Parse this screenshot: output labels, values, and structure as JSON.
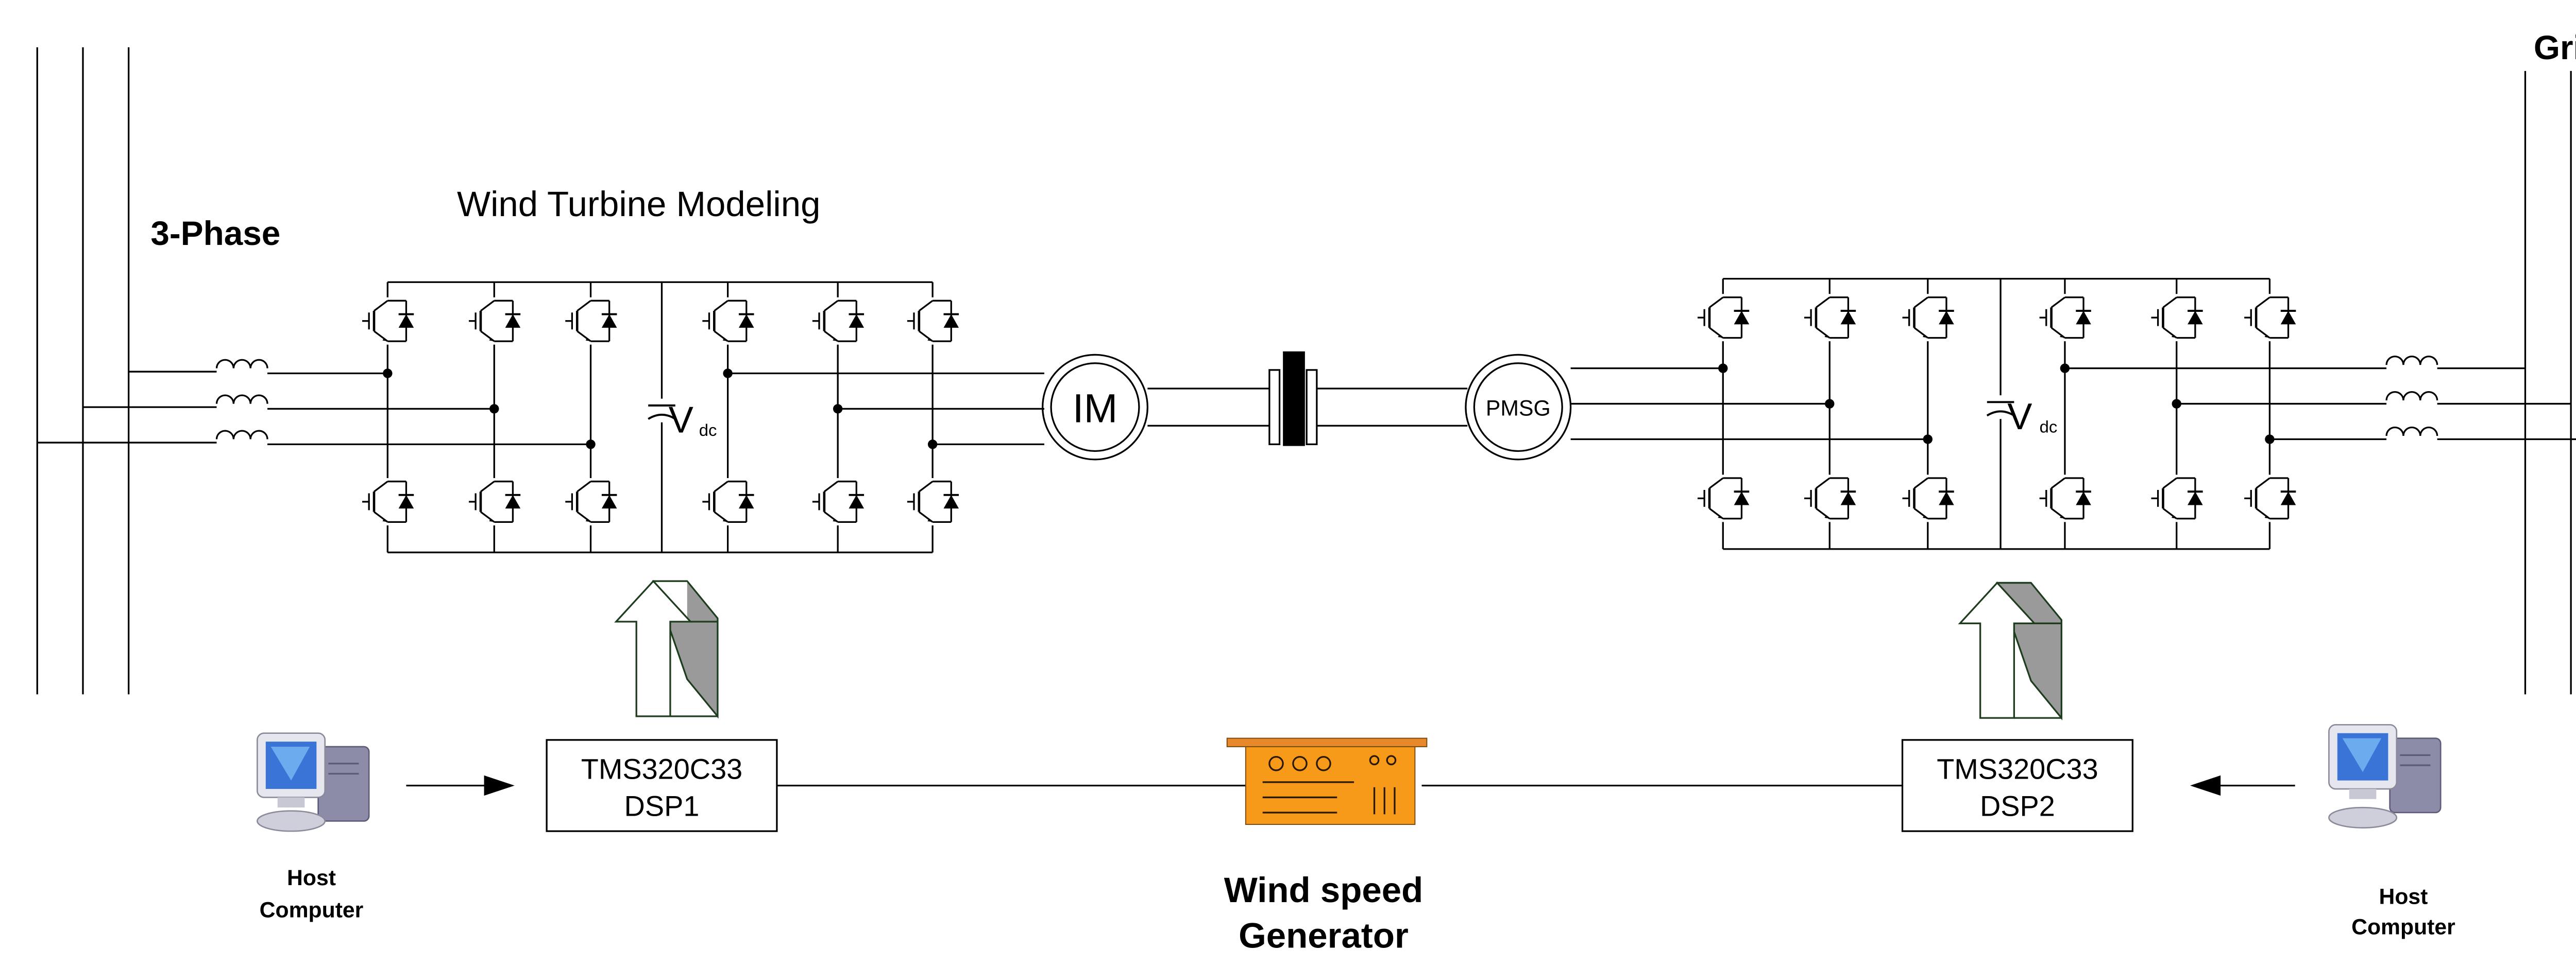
{
  "labels": {
    "three_phase": "3-Phase",
    "grid": "Grid",
    "turbine_title": "Wind Turbine Modeling",
    "vdc_left": "V",
    "vdc_left_sub": "dc",
    "vdc_right": "V",
    "vdc_right_sub": "dc",
    "im": "IM",
    "pmsg": "PMSG",
    "dsp1_line1": "TMS320C33",
    "dsp1_line2": "DSP1",
    "dsp2_line1": "TMS320C33",
    "dsp2_line2": "DSP2",
    "host_left_line1": "Host",
    "host_left_line2": "Computer",
    "host_right_line1": "Host",
    "host_right_line2": "Computer",
    "wind_line1": "Wind speed",
    "wind_line2": "Generator"
  },
  "colors": {
    "line": "#000000",
    "generator_fill": "#f79a1a",
    "generator_top": "#e7892b",
    "arrow_face": "#ffffff",
    "arrow_side": "#9a9a9a",
    "arrow_stroke": "#1e3d1e",
    "monitor": "#3a74d6",
    "computer_case": "#8d8ca8"
  }
}
